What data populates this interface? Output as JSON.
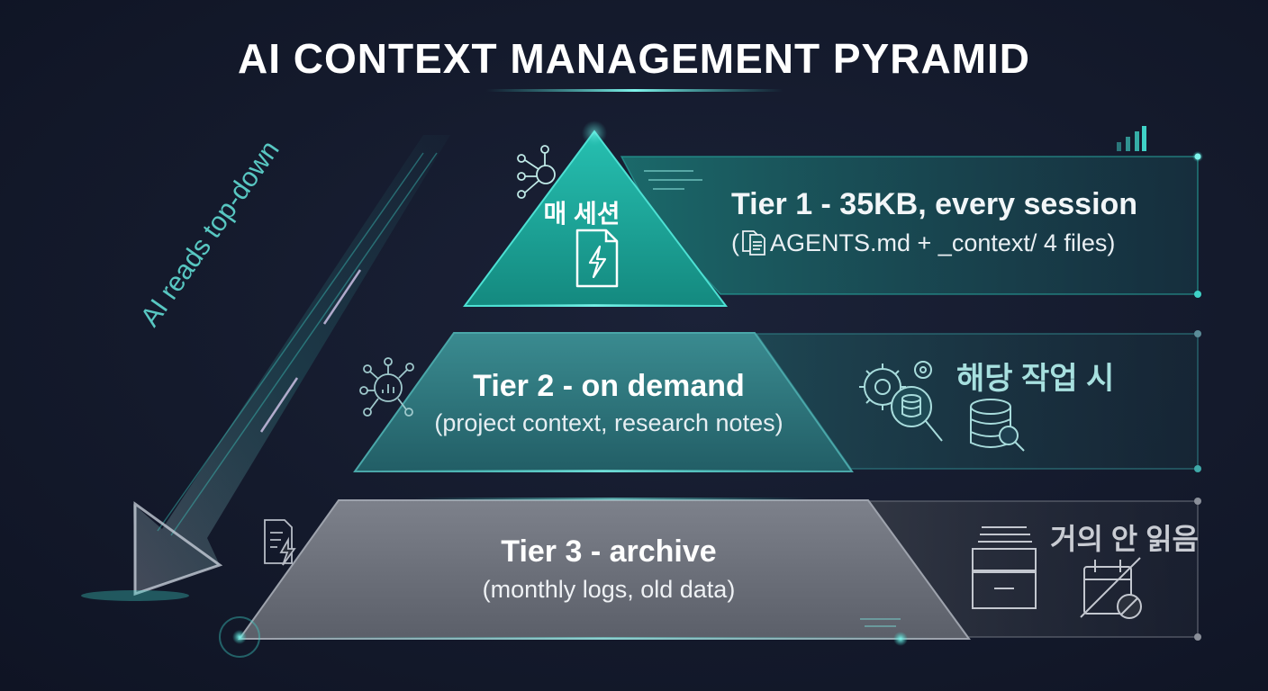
{
  "title": "AI CONTEXT MANAGEMENT PYRAMID",
  "arrow_label": "AI reads top-down",
  "tiers": [
    {
      "apex_label": "매 세션",
      "heading": "Tier 1 - 35KB, every session",
      "detail": "AGENTS.md + _context/ 4 files)",
      "detail_open": "(",
      "color": "#1fa99c"
    },
    {
      "heading": "Tier 2 - on demand",
      "detail": "(project context, research notes)",
      "side_label": "해당 작업 시",
      "color": "#2e7a80"
    },
    {
      "heading": "Tier 3 - archive",
      "detail": "(monthly logs, old data)",
      "side_label": "거의 안 읽음",
      "color": "#6f737d"
    }
  ],
  "icons": {
    "tier1_apex": "lightning-document-icon",
    "tier1_left": "neural-node-icon",
    "tier1_detail": "documents-icon",
    "tier2_left": "network-chart-icon",
    "tier2_right_1": "gear-search-icon",
    "tier2_right_2": "database-search-icon",
    "tier3_left": "lightning-document-icon",
    "tier3_right_1": "archive-box-icon",
    "tier3_right_2": "calendar-blocked-icon",
    "top_right": "signal-bars-icon"
  },
  "colors": {
    "accent_teal": "#3fd2c7",
    "background": "#151b2d"
  }
}
